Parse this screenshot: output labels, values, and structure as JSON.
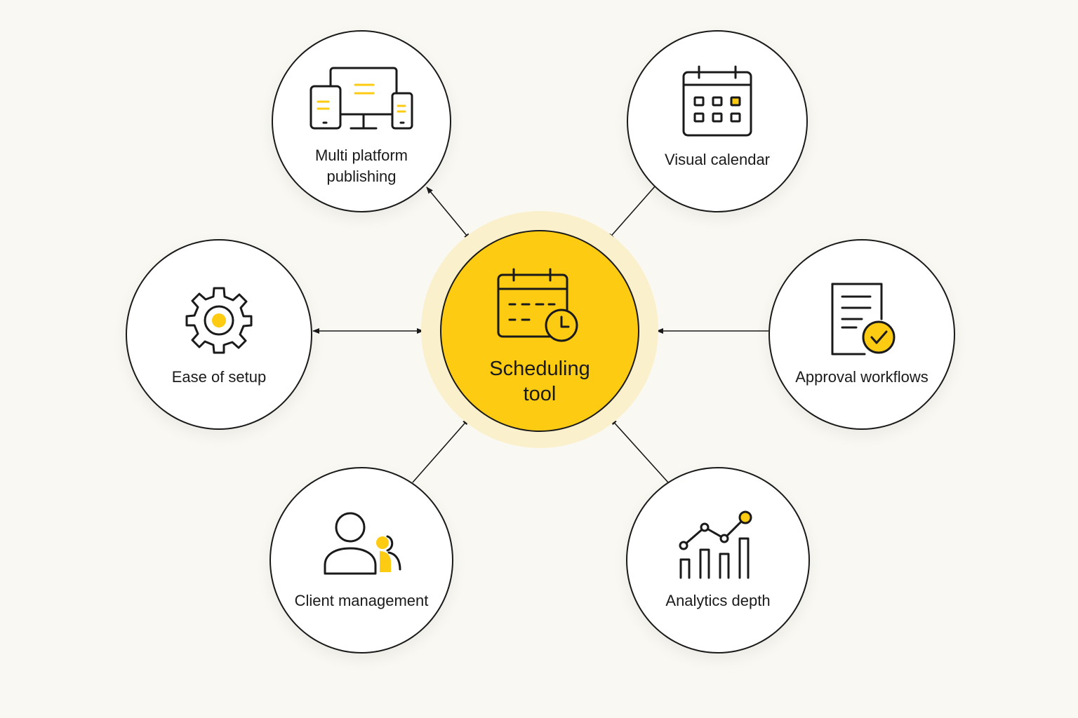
{
  "colors": {
    "accent": "#fdcb12",
    "stroke": "#1a1a1a",
    "glow": "#fbf0cc",
    "background": "#f9f8f3"
  },
  "center": {
    "label": "Scheduling\ntool",
    "icon": "calendar-clock-icon"
  },
  "nodes": [
    {
      "label": "Multi platform\npublishing",
      "icon": "devices-icon"
    },
    {
      "label": "Visual calendar",
      "icon": "calendar-icon"
    },
    {
      "label": "Ease of setup",
      "icon": "gear-icon"
    },
    {
      "label": "Approval workflows",
      "icon": "document-check-icon"
    },
    {
      "label": "Client management",
      "icon": "users-icon"
    },
    {
      "label": "Analytics depth",
      "icon": "bar-line-chart-icon"
    }
  ],
  "edges": [
    {
      "from": "Multi platform publishing",
      "to": "Scheduling tool",
      "direction": "both"
    },
    {
      "from": "Visual calendar",
      "to": "Scheduling tool",
      "direction": "to-center"
    },
    {
      "from": "Ease of setup",
      "to": "Scheduling tool",
      "direction": "both"
    },
    {
      "from": "Approval workflows",
      "to": "Scheduling tool",
      "direction": "to-center"
    },
    {
      "from": "Client management",
      "to": "Scheduling tool",
      "direction": "to-center"
    },
    {
      "from": "Analytics depth",
      "to": "Scheduling tool",
      "direction": "to-center"
    }
  ]
}
